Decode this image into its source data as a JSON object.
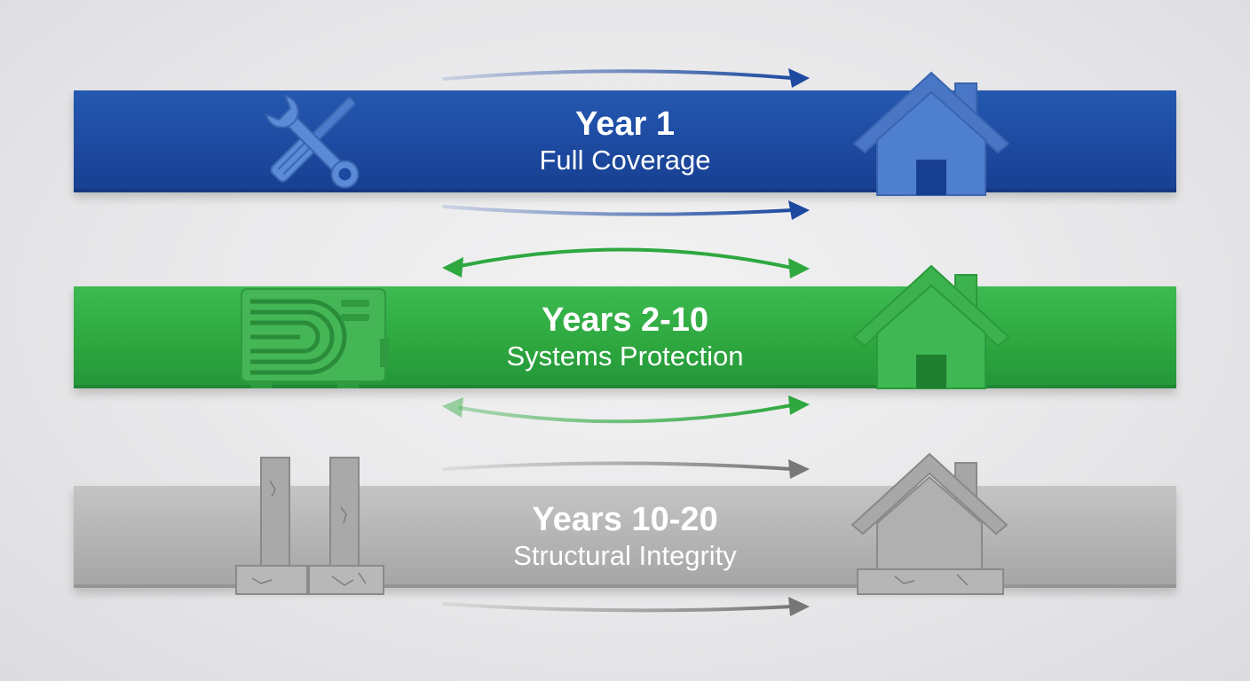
{
  "tiers": [
    {
      "title": "Year 1",
      "subtitle": "Full Coverage",
      "color": "#1d4aa0",
      "icon": "wrench-screwdriver-icon",
      "end_icon": "house-icon"
    },
    {
      "title": "Years 2-10",
      "subtitle": "Systems Protection",
      "color": "#2ea83f",
      "icon": "air-conditioner-icon",
      "end_icon": "house-icon"
    },
    {
      "title": "Years 10-20",
      "subtitle": "Structural Integrity",
      "color": "#b3b3b3",
      "icon": "foundation-pillars-icon",
      "end_icon": "house-on-foundation-icon"
    }
  ]
}
